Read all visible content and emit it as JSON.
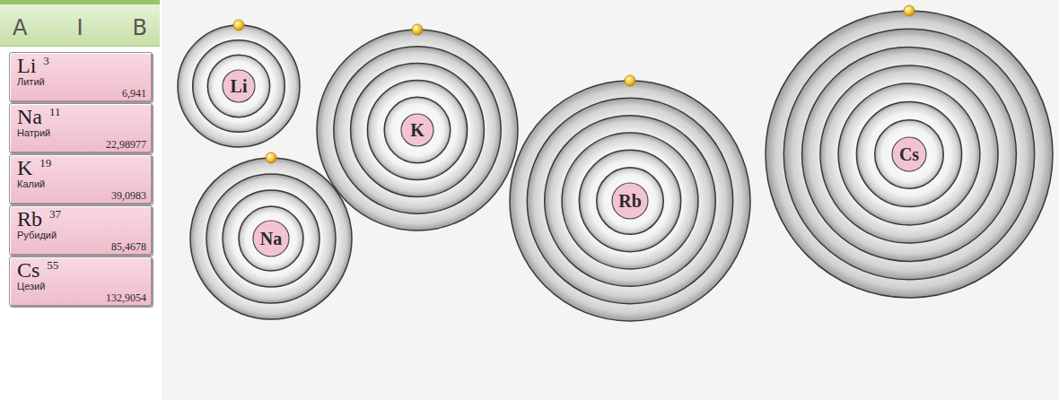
{
  "diagram": {
    "nodes": [
      {
        "text": [
          "A",
          "I",
          "B"
        ]
      },
      {
        "text": [
          "Li",
          "3",
          "Литий",
          "6,941"
        ]
      },
      {
        "text": [
          "Na",
          "11",
          "Натрий",
          "22,98977"
        ]
      },
      {
        "text": [
          "K",
          "19",
          "Калий",
          "39,0983"
        ]
      },
      {
        "text": [
          "Rb",
          "37",
          "Рубидий",
          "85,4678"
        ]
      },
      {
        "text": [
          "Cs",
          "55",
          "Цезий",
          "132,9054"
        ]
      },
      {
        "text": [
          "Li"
        ]
      },
      {
        "text": [
          "Na"
        ]
      },
      {
        "text": [
          "K"
        ]
      },
      {
        "text": [
          "Rb"
        ]
      },
      {
        "text": [
          "Cs"
        ]
      }
    ]
  }
}
